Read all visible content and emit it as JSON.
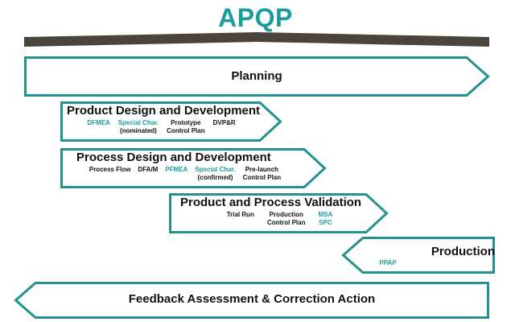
{
  "diagram": {
    "title": "APQP",
    "title_color": "#1b9d9d",
    "border_color": "#23928f",
    "accent_color": "#1b9d9d",
    "bar_color": "#4a443c"
  },
  "stages": [
    {
      "id": "planning",
      "label": "Planning",
      "shape": "arrow-right",
      "sublabels": []
    },
    {
      "id": "product-design",
      "label": "Product Design and Development",
      "shape": "arrow-right",
      "sublabels": [
        {
          "line1": "DFMEA",
          "line1_color": "teal",
          "line2": "",
          "line2_color": "dark"
        },
        {
          "line1": "Special Char.",
          "line1_color": "teal",
          "line2": "(nominated)",
          "line2_color": "dark"
        },
        {
          "line1": "Prototype",
          "line1_color": "dark",
          "line2": "Control Plan",
          "line2_color": "dark"
        },
        {
          "line1": "DVP&R",
          "line1_color": "dark",
          "line2": "",
          "line2_color": "dark"
        }
      ]
    },
    {
      "id": "process-design",
      "label": "Process Design and Development",
      "shape": "arrow-right",
      "sublabels": [
        {
          "line1": "Process Flow",
          "line1_color": "dark",
          "line2": "",
          "line2_color": "dark"
        },
        {
          "line1": "DFA/M",
          "line1_color": "dark",
          "line2": "",
          "line2_color": "dark"
        },
        {
          "line1": "PFMEA",
          "line1_color": "teal",
          "line2": "",
          "line2_color": "dark"
        },
        {
          "line1": "Special Char.",
          "line1_color": "teal",
          "line2": "(confirmed)",
          "line2_color": "dark"
        },
        {
          "line1": "Pre-launch",
          "line1_color": "dark",
          "line2": "Control Plan",
          "line2_color": "dark"
        }
      ]
    },
    {
      "id": "validation",
      "label": "Product and Process Validation",
      "shape": "arrow-right",
      "sublabels": [
        {
          "line1": "Trial Run",
          "line1_color": "dark",
          "line2": "",
          "line2_color": "dark"
        },
        {
          "line1": "Production",
          "line1_color": "dark",
          "line2": "Control Plan",
          "line2_color": "dark"
        },
        {
          "line1": "MSA",
          "line1_color": "teal",
          "line2": "SPC",
          "line2_color": "teal"
        }
      ]
    },
    {
      "id": "production",
      "label": "Production",
      "shape": "notch-left",
      "sublabels": [
        {
          "line1": "PPAP",
          "line1_color": "teal",
          "line2": "",
          "line2_color": "dark"
        }
      ]
    },
    {
      "id": "feedback",
      "label": "Feedback Assessment & Correction Action",
      "shape": "arrow-left",
      "sublabels": []
    }
  ]
}
